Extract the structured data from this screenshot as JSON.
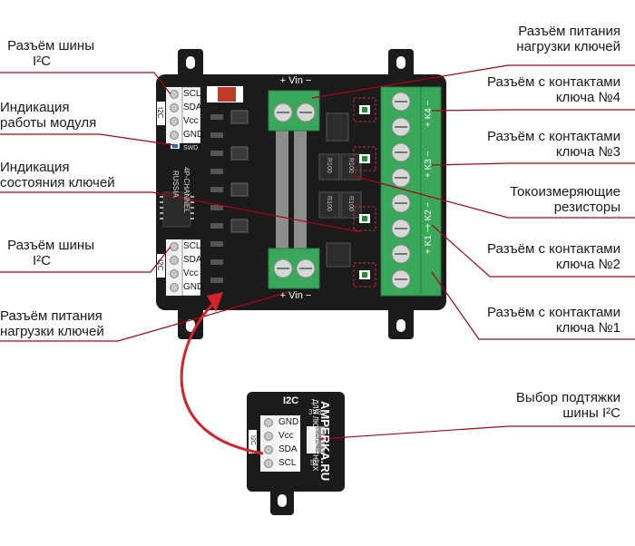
{
  "labels": {
    "i2c_bus_top": [
      "Разъём шины",
      "I²C"
    ],
    "module_indicator": [
      "Индикация",
      "работы модуля"
    ],
    "key_state_indicator": [
      "Индикация",
      "состояния ключей"
    ],
    "i2c_bus_bottom": [
      "Разъём шины",
      "I²C"
    ],
    "power_bottom": [
      "Разъём питания",
      "нагрузки ключей"
    ],
    "power_top": [
      "Разъём питания",
      "нагрузки ключей"
    ],
    "key4": [
      "Разъём с контактами",
      "ключа №4"
    ],
    "key3": [
      "Разъём с контактами",
      "ключа №3"
    ],
    "shunts": [
      "Токоизмеряющие",
      "резисторы"
    ],
    "key2": [
      "Разъём с контактами",
      "ключа №2"
    ],
    "key1": [
      "Разъём с контактами",
      "ключа №1"
    ],
    "pullup_select": [
      "Выбор подтяжки",
      "шины I²C"
    ]
  },
  "board": {
    "vin_top": "+ Vin −",
    "vin_bottom": "+ Vin −",
    "pins": [
      "SCL",
      "SDA",
      "Vcc",
      "GND"
    ],
    "i2c_mark": "I2C",
    "swd": "SWD",
    "brand": "RUSSIA",
    "model": "4P-CHANNEL",
    "keys": [
      "+ K1 −",
      "+ K2 −",
      "+ K3 −",
      "+ K4 −"
    ],
    "shunt_code": "R100"
  },
  "adapter": {
    "pins": [
      "GND",
      "Vcc",
      "SDA",
      "SCL"
    ],
    "i2c_mark": "I2C",
    "v33": "3V3",
    "v5": "5V",
    "brand_line1": "AMPERKA.RU",
    "brand_line2": "ДЛЯ ЛЮБОПЫТНЫХ"
  },
  "colors": {
    "leader": "#b0001a",
    "arrow": "#d8232a",
    "board": "#1b1b1b",
    "terminal": "#3aa85a"
  }
}
